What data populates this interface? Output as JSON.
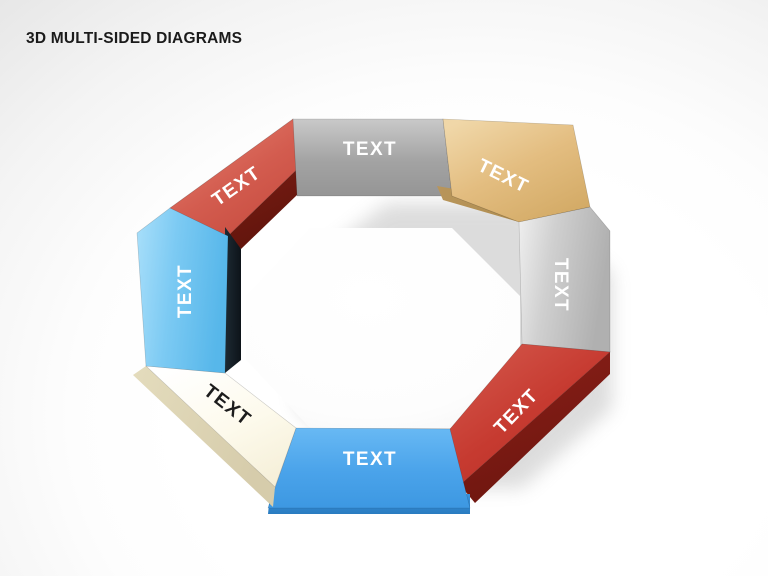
{
  "slide": {
    "title": "3D MULTI-SIDED DIAGRAMS",
    "background_color": "#e0e0e0",
    "background_center_color": "#ffffff"
  },
  "diagram": {
    "name": "octagonal-3d-ring",
    "shape": "octagon",
    "segment_count": 8,
    "segments": [
      {
        "id": "segment-top",
        "position": "top",
        "label": "TEXT",
        "label_color": "#ffffff",
        "face_color": "#a8a8a8",
        "face_color_light": "#c9c9c9",
        "face_color_dark": "#8f8f8f",
        "side_color": "#b4b4b4",
        "rotation_deg": 0
      },
      {
        "id": "segment-top-right",
        "position": "top-right",
        "label": "TEXT",
        "label_color": "#ffffff",
        "face_color": "#e2bc7e",
        "face_color_light": "#efd5a6",
        "face_color_dark": "#cfa763",
        "side_color": "#b08f52",
        "rotation_deg": 45
      },
      {
        "id": "segment-right",
        "position": "right",
        "label": "TEXT",
        "label_color": "#ffffff",
        "face_color": "#d4d4d4",
        "face_color_light": "#ededed",
        "face_color_dark": "#b6b6b6",
        "side_color": "#9d9d9d",
        "rotation_deg": 90
      },
      {
        "id": "segment-bottom-right",
        "position": "bottom-right",
        "label": "TEXT",
        "label_color": "#ffffff",
        "face_color": "#c9382f",
        "face_color_light": "#d4584c",
        "face_color_dark": "#b22f27",
        "side_color": "#7d1a13",
        "rotation_deg": 135
      },
      {
        "id": "segment-bottom",
        "position": "bottom",
        "label": "TEXT",
        "label_color": "#ffffff",
        "face_color": "#4aa3ea",
        "face_color_light": "#76bdf4",
        "face_color_dark": "#2f8fdd",
        "side_color": "#2176b5",
        "rotation_deg": 0
      },
      {
        "id": "segment-bottom-left",
        "position": "bottom-left",
        "label": "TEXT",
        "label_color": "#1c1c1c",
        "face_color": "#fbf7e6",
        "face_color_light": "#ffffff",
        "face_color_dark": "#f2ecd6",
        "side_color": "#ded5b5",
        "rotation_deg": 45
      },
      {
        "id": "segment-left",
        "position": "left",
        "label": "TEXT",
        "label_color": "#ffffff",
        "face_color": "#72c6f2",
        "face_color_light": "#a6ddf8",
        "face_color_dark": "#52b4e8",
        "side_color": "#151e26",
        "rotation_deg": -90
      },
      {
        "id": "segment-top-left",
        "position": "top-left",
        "label": "TEXT",
        "label_color": "#ffffff",
        "face_color": "#d2564a",
        "face_color_light": "#e07a6c",
        "face_color_dark": "#c04438",
        "side_color": "#6e1a12",
        "rotation_deg": -45
      }
    ]
  }
}
